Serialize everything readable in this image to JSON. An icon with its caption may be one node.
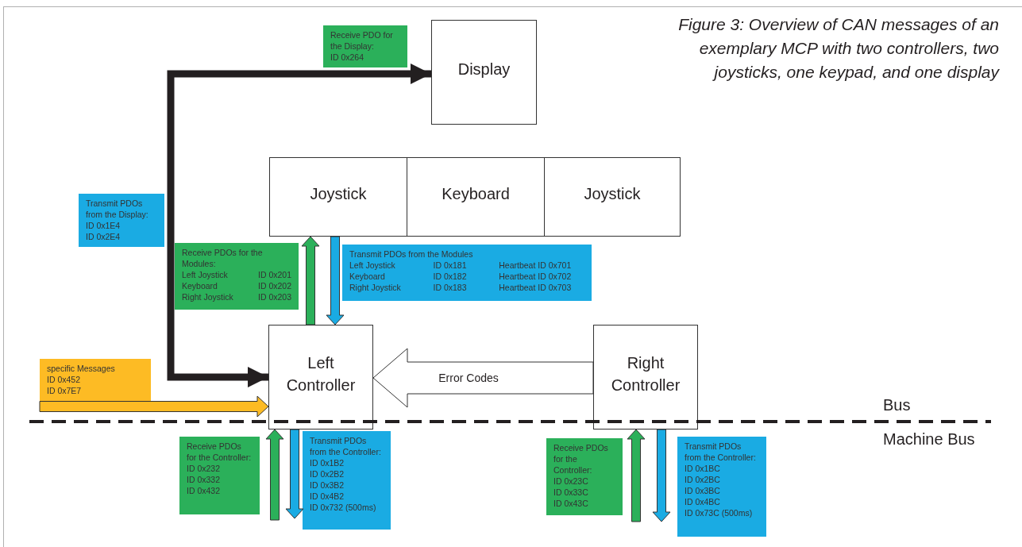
{
  "diagram": {
    "caption": "Figure 3: Overview of CAN messages of an exemplary MCP with two controllers, two joysticks, one keypad, and one display",
    "nodes": [
      {
        "text": [
          "Display"
        ]
      },
      {
        "text": [
          "Joystick"
        ]
      },
      {
        "text": [
          "Keyboard"
        ]
      },
      {
        "text": [
          "Joystick"
        ]
      },
      {
        "text": [
          "Left Controller"
        ]
      },
      {
        "text": [
          "Right Controller"
        ]
      },
      {
        "text": [
          "Receive PDO for the Display:",
          "ID 0x264"
        ]
      },
      {
        "text": [
          "Transmit PDOs from the Display:",
          "ID 0x1E4",
          "ID 0x2E4"
        ]
      },
      {
        "text": [
          "Receive PDOs for the Modules:",
          "Left Joystick",
          "ID 0x201",
          "Keyboard",
          "ID 0x202",
          "Right Joystick",
          "ID 0x203"
        ]
      },
      {
        "text": [
          "Transmit PDOs from the Modules",
          "Left Joystick",
          "ID 0x181",
          "Heartbeat ID 0x701",
          "Keyboard",
          "ID 0x182",
          "Heartbeat ID 0x702",
          "Right Joystick",
          "ID 0x183",
          "Heartbeat ID 0x703"
        ]
      },
      {
        "text": [
          "specific Messages",
          "ID 0x452",
          "ID 0x7E7"
        ]
      },
      {
        "text": [
          "Receive PDOs for the Controller:",
          "ID 0x232",
          "ID 0x332",
          "ID 0x432"
        ]
      },
      {
        "text": [
          "Transmit PDOs from the Controller:",
          "ID 0x1B2",
          "ID 0x2B2",
          "ID 0x3B2",
          "ID 0x4B2",
          "ID 0x732 (500ms)"
        ]
      },
      {
        "text": [
          "Receive PDOs for the Controller:",
          "ID 0x23C",
          "ID 0x33C",
          "ID 0x43C"
        ]
      },
      {
        "text": [
          "Transmit PDOs from the Controller:",
          "ID 0x1BC",
          "ID 0x2BC",
          "ID 0x3BC",
          "ID 0x4BC",
          "ID 0x73C (500ms)"
        ]
      }
    ],
    "edges": [
      {
        "from": 4,
        "to": 0,
        "arrow": "both"
      },
      {
        "from": 4,
        "to": 1,
        "arrow": "to",
        "color": "#2bb05a"
      },
      {
        "from": 1,
        "to": 4,
        "arrow": "to",
        "color": "#1aabe3"
      },
      {
        "from": 5,
        "to": 4,
        "arrow": "to",
        "label": "Error Codes",
        "color": "#ffffff"
      },
      {
        "from": null,
        "to": 4,
        "arrow": "to",
        "color": "#fdbb24"
      },
      {
        "from": null,
        "to": 4,
        "arrow": "to",
        "color": "#2bb05a"
      },
      {
        "from": 4,
        "to": null,
        "arrow": "to",
        "color": "#1aabe3"
      },
      {
        "from": null,
        "to": 5,
        "arrow": "to",
        "color": "#2bb05a"
      },
      {
        "from": 5,
        "to": null,
        "arrow": "to",
        "color": "#1aabe3"
      }
    ],
    "labels": [
      "Bus",
      "Machine Bus"
    ]
  }
}
